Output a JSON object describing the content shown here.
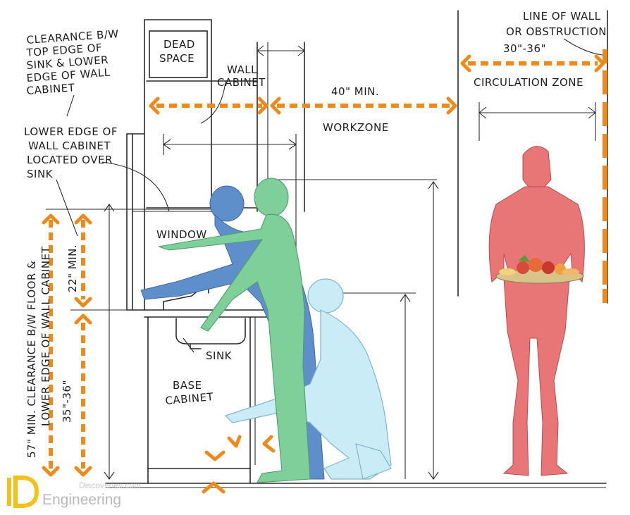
{
  "labels": {
    "clearance_note": [
      "CLEARANCE B/W",
      "TOP EDGE OF",
      "SINK & LOWER",
      "EDGE OF WALL",
      "CABINET"
    ],
    "dead_space": [
      "DEAD",
      "SPACE"
    ],
    "wall_cabinet": [
      "WALL",
      "CABINET"
    ],
    "lower_edge_note": [
      "LOWER EDGE OF",
      "WALL CABINET",
      "LOCATED OVER",
      "SINK"
    ],
    "window": "WINDOW",
    "sink": "SINK",
    "base_cabinet": [
      "BASE",
      "CABINET"
    ],
    "forty_min": "40\" MIN.",
    "workzone": "WORKZONE",
    "line_of_wall": [
      "LINE OF WALL",
      "OR OBSTRUCTION"
    ],
    "thirty_36": "30\"-36\"",
    "circulation_zone": "CIRCULATION ZONE",
    "vertical_57": [
      "57\" MIN. CLEARANCE B/W FLOOR &",
      "LOWER EDGE OF WALL CABINET"
    ],
    "vertical_22": "22\" MIN.",
    "vertical_35": "35\"-36\""
  },
  "logo": {
    "brand_top": "Discoveries.com",
    "brand_bottom": "Engineering"
  },
  "colors": {
    "dimension": "#ee8a1c",
    "figure_blue": "#5f8fcb",
    "figure_green": "#7fcf9b",
    "figure_light": "#c9ecf7",
    "figure_red": "#e97676"
  }
}
